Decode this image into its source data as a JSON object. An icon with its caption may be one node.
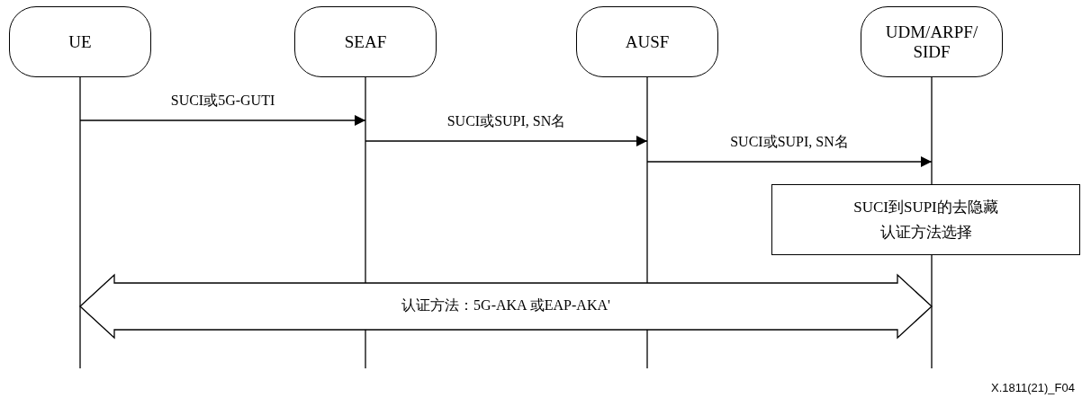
{
  "diagram": {
    "nodes": [
      {
        "text": [
          "UE"
        ]
      },
      {
        "text": [
          "SEAF"
        ]
      },
      {
        "text": [
          "AUSF"
        ]
      },
      {
        "text": [
          "UDM/ARPF/SIDF"
        ]
      },
      {
        "text": [
          "SUCI到SUPI的去隐藏",
          "认证方法选择"
        ]
      }
    ],
    "edges": [
      {
        "from": 0,
        "to": 1,
        "arrow": "to",
        "label": "SUCI或5G-GUTI"
      },
      {
        "from": 1,
        "to": 2,
        "arrow": "to",
        "label": "SUCI或SUPI, SN名"
      },
      {
        "from": 2,
        "to": 3,
        "arrow": "to",
        "label": "SUCI或SUPI, SN名"
      },
      {
        "from": 0,
        "to": 3,
        "arrow": "both",
        "label": "认证方法：5G-AKA 或EAP-AKA'"
      }
    ],
    "labels": [
      "X.1811(21)_F04"
    ]
  }
}
